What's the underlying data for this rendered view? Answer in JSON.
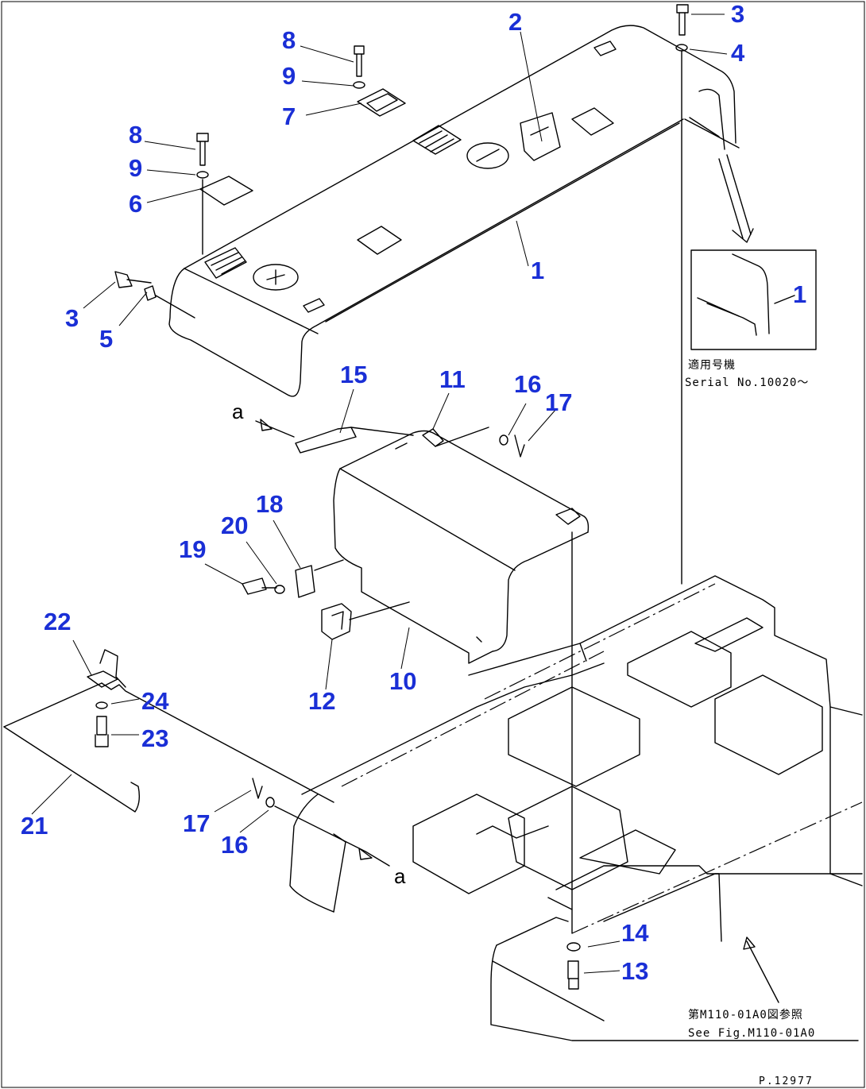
{
  "drawing": {
    "drawing_code": "P.12977",
    "callouts": {
      "c1": "1",
      "c2": "2",
      "c3a": "3",
      "c4": "4",
      "c8a": "8",
      "c9a": "9",
      "c7": "7",
      "c8b": "8",
      "c9b": "9",
      "c6": "6",
      "c3b": "3",
      "c5": "5",
      "c1b": "1",
      "c15": "15",
      "c11": "11",
      "c16a": "16",
      "c17a": "17",
      "c18": "18",
      "c20": "20",
      "c19": "19",
      "c12": "12",
      "c10": "10",
      "c22": "22",
      "c24": "24",
      "c23": "23",
      "c21": "21",
      "c17b": "17",
      "c16b": "16",
      "c14": "14",
      "c13": "13"
    },
    "refs": {
      "a_top": "a",
      "a_bottom": "a"
    },
    "inset_note": {
      "line_jp": "適用号機",
      "line_en": "Serial No.10020～"
    },
    "see_note": {
      "line_jp": "第M110-01A0図参照",
      "line_en": "See Fig.M110-01A0"
    }
  }
}
